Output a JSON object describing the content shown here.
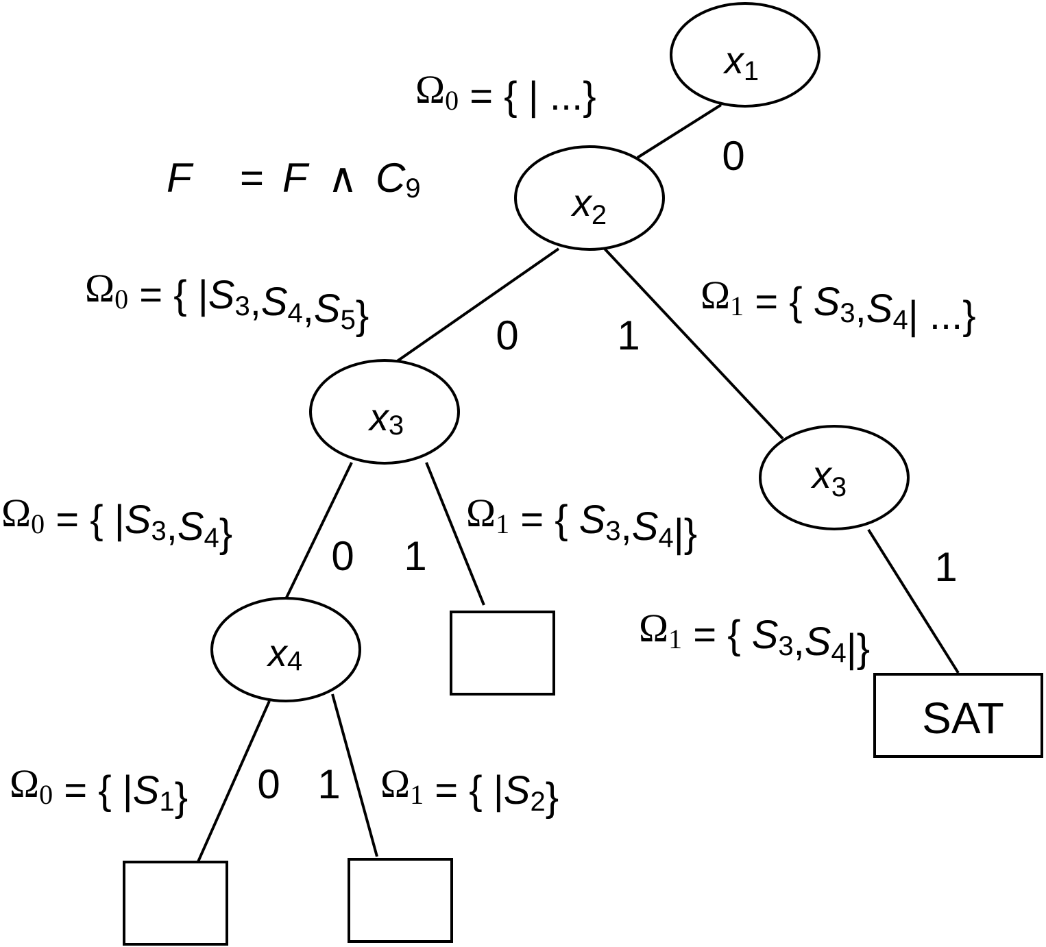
{
  "formula": {
    "lhs": "F",
    "eq": "=",
    "rhs_var": "F",
    "and": "∧",
    "clause": "C",
    "clause_index": "9"
  },
  "nodes": [
    {
      "id": "n1",
      "var": "x",
      "index": "1"
    },
    {
      "id": "n2",
      "var": "x",
      "index": "2"
    },
    {
      "id": "n3",
      "var": "x",
      "index": "3"
    },
    {
      "id": "n4",
      "var": "x",
      "index": "3"
    },
    {
      "id": "n5",
      "var": "x",
      "index": "4"
    }
  ],
  "leaves": [
    {
      "id": "l1",
      "label": ""
    },
    {
      "id": "l2",
      "label": "SAT"
    },
    {
      "id": "l3",
      "label": ""
    },
    {
      "id": "l4",
      "label": ""
    }
  ],
  "branch_labels": [
    "0",
    "0",
    "1",
    "0",
    "1",
    "1",
    "0",
    "1"
  ],
  "omega_labels": [
    {
      "symbol": "Ω",
      "sub": "0",
      "eq": "=",
      "open": "{",
      "before": [],
      "after_bar": "...",
      "close": "}"
    },
    {
      "symbol": "Ω",
      "sub": "0",
      "eq": "=",
      "open": "{",
      "before": [],
      "after": [
        {
          "s": "S",
          "i": "3"
        },
        {
          "s": "S",
          "i": "4"
        },
        {
          "s": "S",
          "i": "5"
        }
      ],
      "close": "}"
    },
    {
      "symbol": "Ω",
      "sub": "1",
      "eq": "=",
      "open": "{",
      "before": [
        {
          "s": "S",
          "i": "3"
        },
        {
          "s": "S",
          "i": "4"
        }
      ],
      "after_bar": "...",
      "close": "}"
    },
    {
      "symbol": "Ω",
      "sub": "0",
      "eq": "=",
      "open": "{",
      "before": [],
      "after": [
        {
          "s": "S",
          "i": "3"
        },
        {
          "s": "S",
          "i": "4"
        }
      ],
      "close": "}"
    },
    {
      "symbol": "Ω",
      "sub": "1",
      "eq": "=",
      "open": "{",
      "before": [
        {
          "s": "S",
          "i": "3"
        },
        {
          "s": "S",
          "i": "4"
        }
      ],
      "after": [],
      "close": "}"
    },
    {
      "symbol": "Ω",
      "sub": "1",
      "eq": "=",
      "open": "{",
      "before": [
        {
          "s": "S",
          "i": "3"
        },
        {
          "s": "S",
          "i": "4"
        }
      ],
      "after": [],
      "close": "}"
    },
    {
      "symbol": "Ω",
      "sub": "0",
      "eq": "=",
      "open": "{",
      "before": [],
      "after": [
        {
          "s": "S",
          "i": "1"
        }
      ],
      "close": "}"
    },
    {
      "symbol": "Ω",
      "sub": "1",
      "eq": "=",
      "open": "{",
      "before": [],
      "after": [
        {
          "s": "S",
          "i": "2"
        }
      ],
      "close": "}"
    }
  ]
}
